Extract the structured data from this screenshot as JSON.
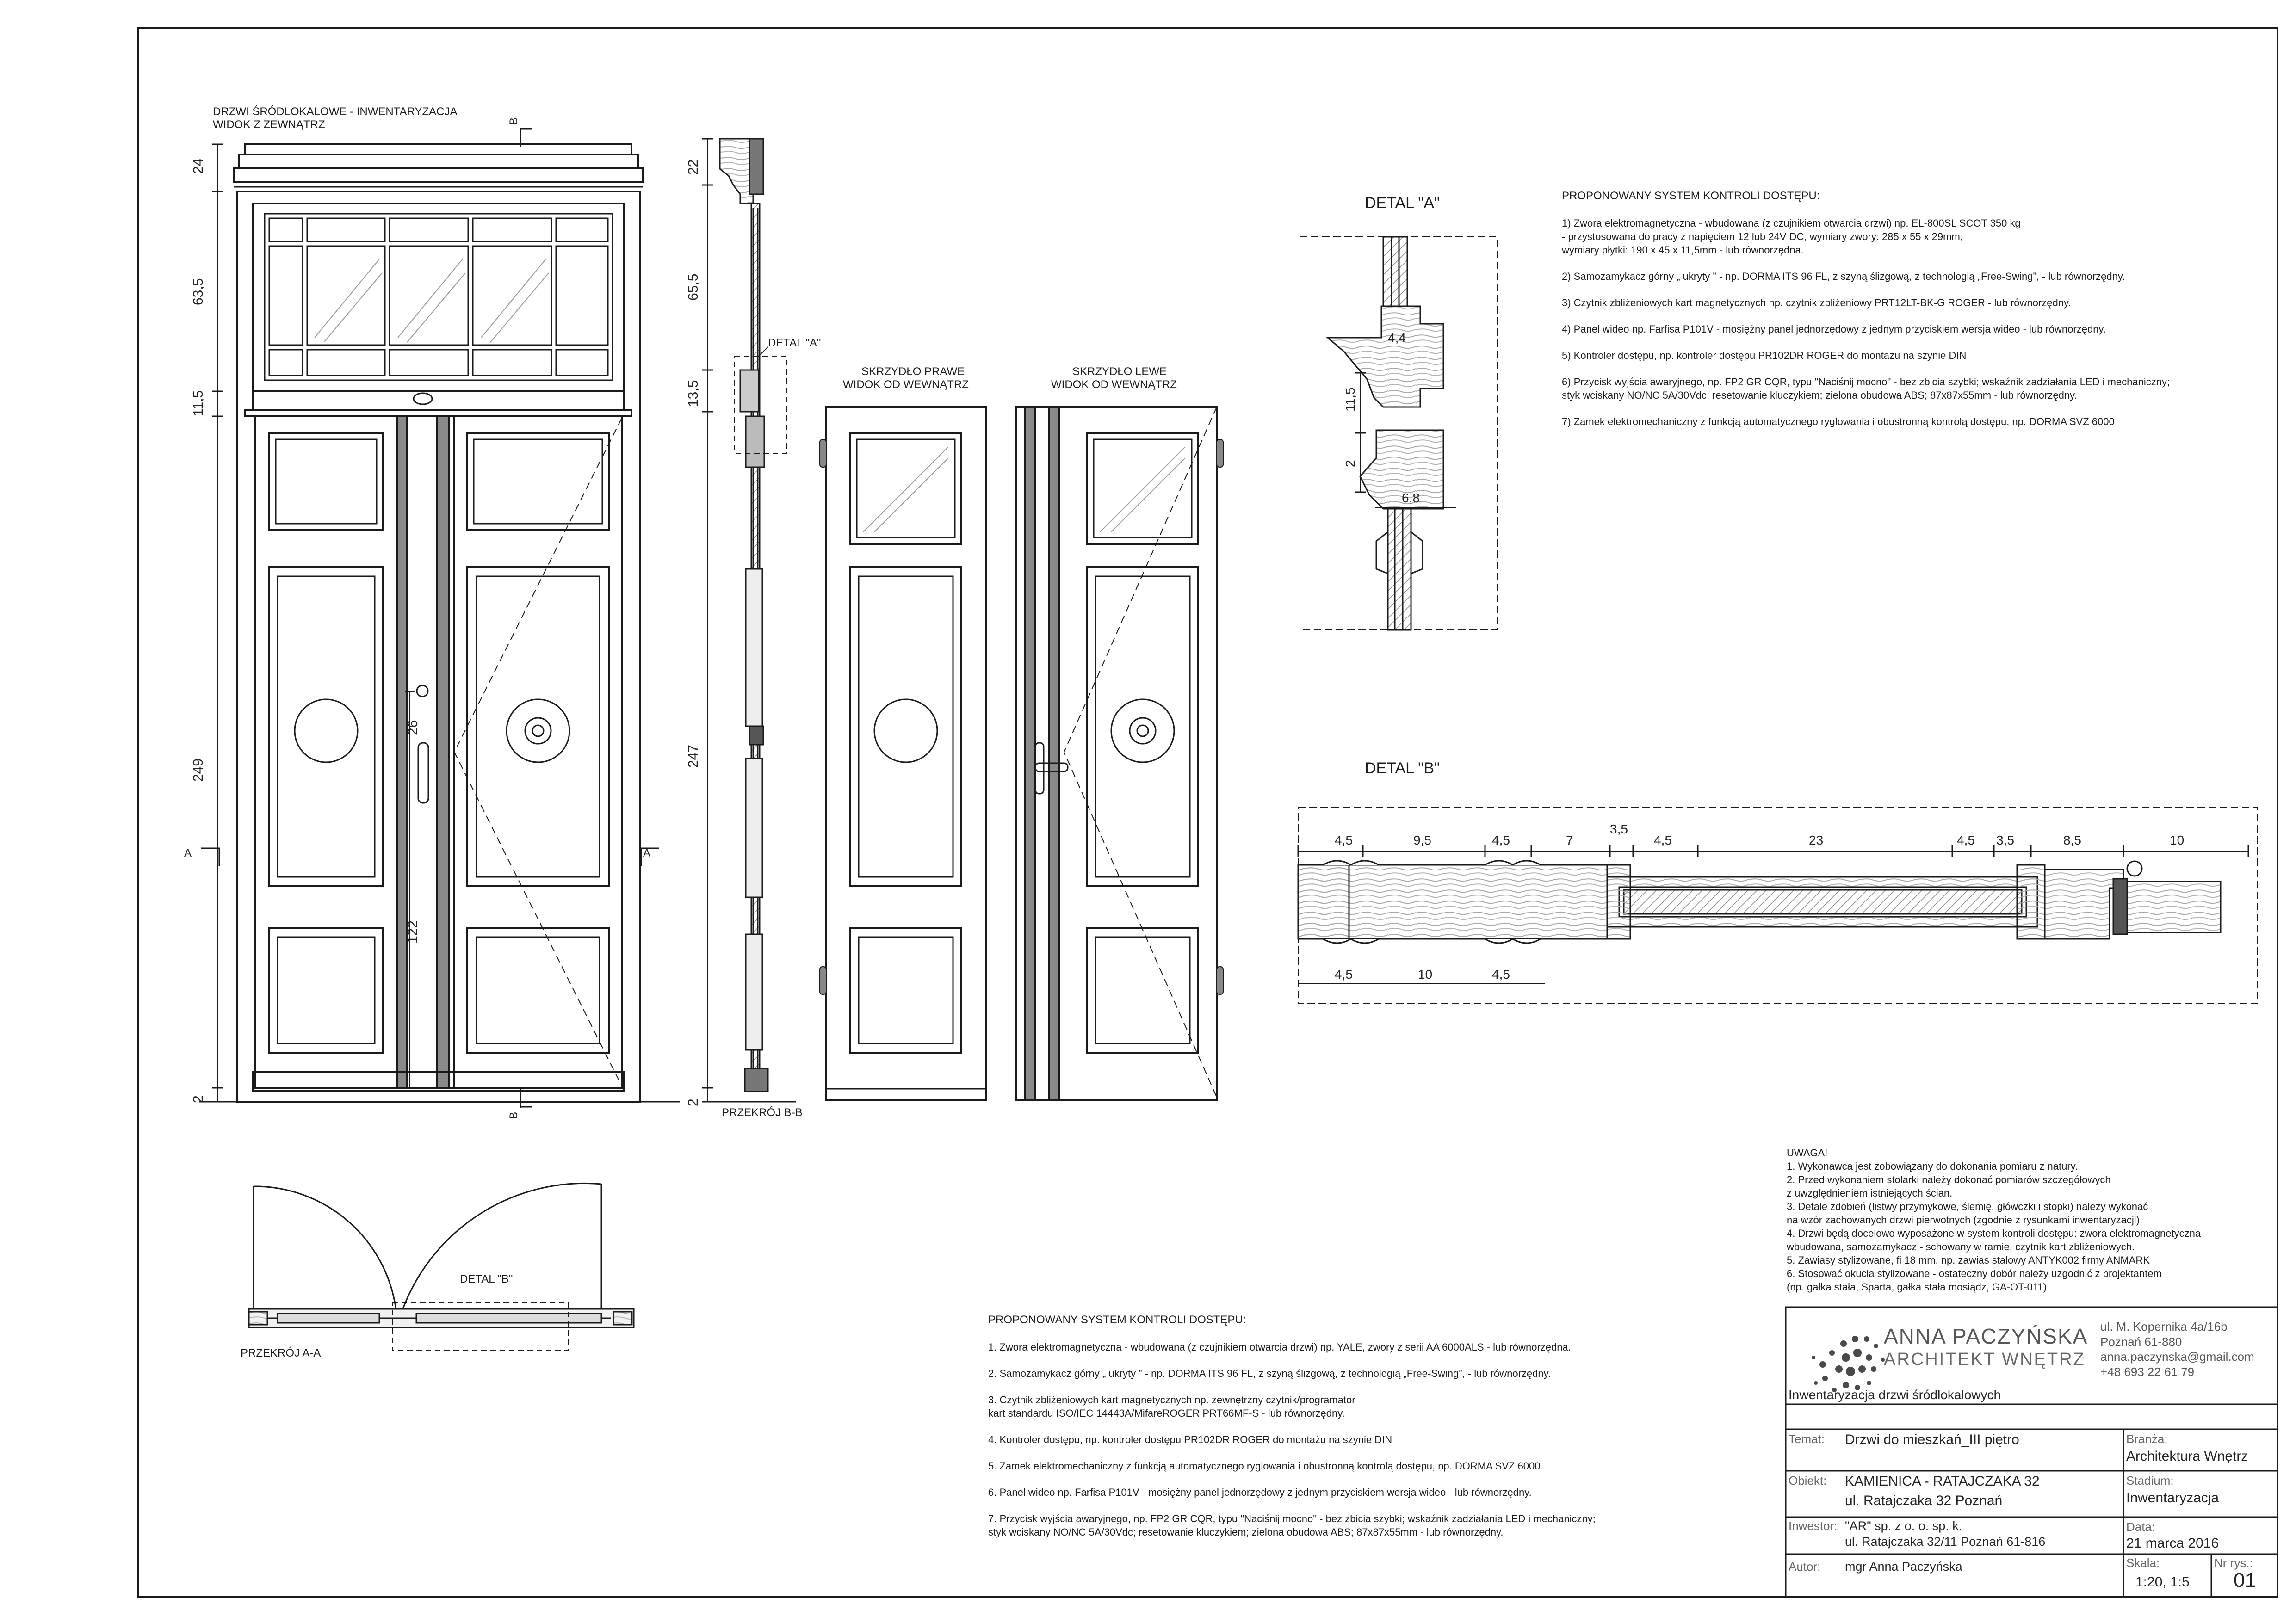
{
  "elevation": {
    "title_line1": "DRZWI ŚRÓDLOKALOWE - INWENTARYZACJA",
    "title_line2": "WIDOK Z ZEWNĄTRZ",
    "section_marks": {
      "b_top": "B",
      "b_bottom": "B",
      "a_left": "A",
      "a_right": "A"
    },
    "dims_left": [
      "24",
      "63,5",
      "11,5",
      "249",
      "2"
    ],
    "dims_inner": [
      "26",
      "122"
    ]
  },
  "section_bb": {
    "label": "PRZEKRÓJ B-B",
    "detail_ref": "DETAL \"A\"",
    "dims": [
      "22",
      "65,5",
      "13,5",
      "247",
      "2"
    ]
  },
  "leaf_right": {
    "title_line1": "SKRZYDŁO PRAWE",
    "title_line2": "WIDOK OD WEWNĄTRZ"
  },
  "leaf_left": {
    "title_line1": "SKRZYDŁO LEWE",
    "title_line2": "WIDOK OD WEWNĄTRZ"
  },
  "section_aa": {
    "label": "PRZEKRÓJ A-A",
    "detail_ref": "DETAL \"B\""
  },
  "detail_a": {
    "title": "DETAL \"A\"",
    "dims": [
      "4,4",
      "11,5",
      "2",
      "6,8"
    ]
  },
  "detail_b": {
    "title": "DETAL \"B\"",
    "dims_top": [
      "4,5",
      "9,5",
      "4,5",
      "7",
      "3,5",
      "4,5",
      "23",
      "4,5",
      "3,5",
      "8,5",
      "10"
    ],
    "dims_bottom": [
      "4,5",
      "10",
      "4,5"
    ]
  },
  "access_top": {
    "heading": "PROPONOWANY SYSTEM KONTROLI DOSTĘPU:",
    "items": [
      [
        "1) Zwora elektromagnetyczna - wbudowana (z czujnikiem otwarcia drzwi) np. EL-800SL SCOT 350 kg",
        "- przystosowana do pracy z napięciem 12 lub 24V DC, wymiary zwory: 285 x 55 x 29mm,",
        "wymiary płytki: 190 x 45 x 11,5mm - lub równorzędna."
      ],
      [
        "2) Samozamykacz górny „ ukryty ” - np. DORMA ITS 96 FL, z szyną ślizgową, z technologią „Free-Swing”, - lub równorzędny."
      ],
      [
        "3) Czytnik zbliżeniowych kart magnetycznych np. czytnik zbliżeniowy PRT12LT-BK-G ROGER  - lub równorzędny."
      ],
      [
        "4) Panel wideo np. Farfisa P101V - mosiężny panel jednorzędowy z jednym przyciskiem wersja wideo - lub równorzędny."
      ],
      [
        "5) Kontroler dostępu, np. kontroler dostępu PR102DR ROGER do montażu na szynie DIN"
      ],
      [
        "6) Przycisk wyjścia awaryjnego, np. FP2 GR CQR, typu \"Naciśnij mocno\" - bez zbicia szybki; wskaźnik zadziałania LED i mechaniczny;",
        "styk wciskany NO/NC 5A/30Vdc; resetowanie kluczykiem; zielona obudowa ABS; 87x87x55mm - lub równorzędny."
      ],
      [
        "7) Zamek elektromechaniczny z funkcją automatycznego ryglowania i obustronną kontrolą dostępu, np. DORMA SVZ 6000"
      ]
    ]
  },
  "access_bottom": {
    "heading": "PROPONOWANY SYSTEM KONTROLI DOSTĘPU:",
    "items": [
      [
        "1. Zwora elektromagnetyczna - wbudowana (z czujnikiem otwarcia drzwi) np. YALE, zwory z serii AA 6000ALS - lub równorzędna."
      ],
      [
        "2. Samozamykacz górny „ ukryty ” - np. DORMA ITS 96 FL, z szyną ślizgową, z technologią „Free-Swing”, - lub równorzędny."
      ],
      [
        "3. Czytnik zbliżeniowych kart magnetycznych np. zewnętrzny czytnik/programator",
        "kart standardu ISO/IEC 14443A/MifareROGER PRT66MF-S - lub równorzędny."
      ],
      [
        "4. Kontroler dostępu, np. kontroler dostępu PR102DR ROGER do montażu na szynie DIN"
      ],
      [
        "5. Zamek elektromechaniczny z funkcją automatycznego ryglowania i obustronną kontrolą dostępu, np. DORMA SVZ 6000"
      ],
      [
        "6. Panel wideo np. Farfisa P101V - mosiężny panel jednorzędowy z jednym przyciskiem wersja wideo - lub równorzędny."
      ],
      [
        "7. Przycisk wyjścia awaryjnego, np. FP2 GR CQR, typu \"Naciśnij mocno\" - bez zbicia szybki; wskaźnik zadziałania LED i mechaniczny;",
        "styk wciskany NO/NC 5A/30Vdc; resetowanie kluczykiem; zielona obudowa ABS; 87x87x55mm - lub równorzędny."
      ]
    ]
  },
  "notes": {
    "heading": "UWAGA!",
    "lines": [
      "1. Wykonawca jest zobowiązany do dokonania pomiaru z natury.",
      "2. Przed wykonaniem stolarki należy dokonać pomiarów szczegółowych",
      "z uwzględnieniem istniejących ścian.",
      "3. Detale zdobień (listwy przymykowe, ślemię, główczki i stopki) należy wykonać",
      "na wzór zachowanych drzwi pierwotnych (zgodnie z rysunkami inwentaryzacji).",
      "4. Drzwi będą docelowo wyposażone w system kontroli dostępu: zwora elektromagnetyczna",
      "wbudowana, samozamykacz - schowany w ramie, czytnik kart zbliżeniowych.",
      "5. Zawiasy stylizowane, fi 18 mm, np. zawias stalowy ANTYK002 firmy ANMARK",
      "6. Stosować okucia stylizowane - ostateczny dobór należy uzgodnić z projektantem",
      "(np. gałka stała, Sparta, gałka stała mosiądz, GA-OT-011)"
    ]
  },
  "title_block": {
    "logo_name": "ANNA PACZYŃSKA",
    "logo_subtitle": "ARCHITEKT WNĘTRZ",
    "address_lines": [
      "ul. M. Kopernika 4a/16b",
      "Poznań 61-880",
      "anna.paczynska@gmail.com",
      "+48 693 22 61 79"
    ],
    "project_title": "Inwentaryzacja drzwi śródlokalowych",
    "temat_label": "Temat:",
    "temat_value": "Drzwi do mieszkań_III piętro",
    "obiekt_label": "Obiekt:",
    "obiekt_value1": "KAMIENICA - RATAJCZAKA 32",
    "obiekt_value2": "ul. Ratajczaka 32 Poznań",
    "inwestor_label": "Inwestor:",
    "inwestor_value1": "\"AR\" sp. z o. o. sp. k.",
    "inwestor_value2": "ul. Ratajczaka 32/11 Poznań 61-816",
    "autor_label": "Autor:",
    "autor_value": "mgr Anna  Paczyńska",
    "branza_label": "Branża:",
    "branza_value": "Architektura Wnętrz",
    "stadium_label": "Stadium:",
    "stadium_value": "Inwentaryzacja",
    "data_label": "Data:",
    "data_value": "21 marca 2016",
    "skala_label": "Skala:",
    "skala_value": "1:20, 1:5",
    "nr_label": "Nr rys.:",
    "nr_value": "01"
  },
  "colors": {
    "line": "#1a1a1a",
    "hatch": "#9a9a9a",
    "panel_fill": "#e6e6e6",
    "dark": "#555555"
  }
}
